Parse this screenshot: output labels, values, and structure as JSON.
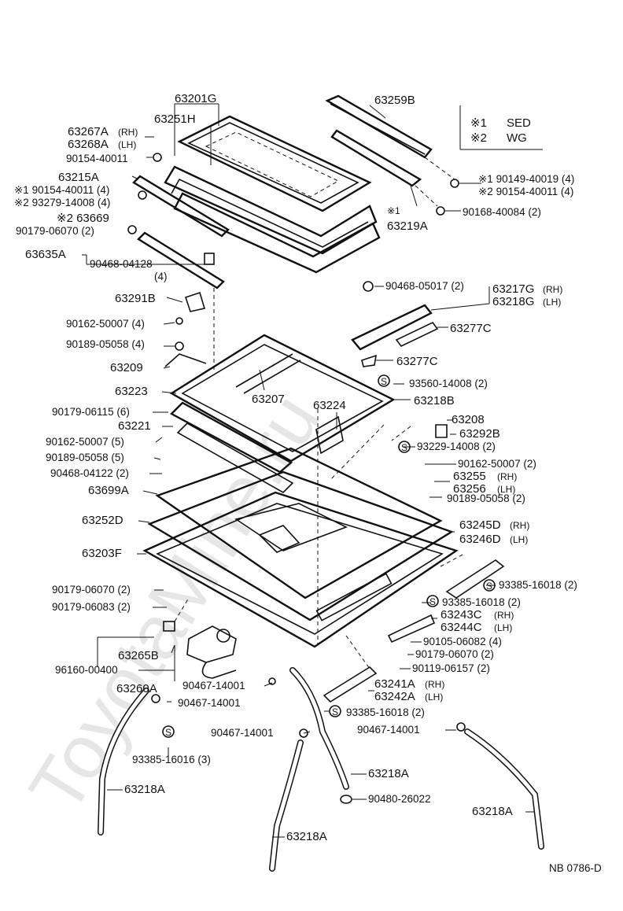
{
  "watermark": "ToyotaMine.ru",
  "legend": [
    {
      "mark": "※1",
      "label": "SED"
    },
    {
      "mark": "※2",
      "label": "WG"
    }
  ],
  "drawing_code": "NB 0786-D",
  "labels": {
    "l63201G": "63201G",
    "l63251H": "63251H",
    "l63267A": "63267A",
    "l63267A_rh": "(RH)",
    "l63268A": "63268A",
    "l63268A_lh": "(LH)",
    "l90154_40011a": "90154-40011",
    "l63215A": "63215A",
    "l90154_40011b": "※1 90154-40011 (4)",
    "l93279_14008": "※2 93279-14008 (4)",
    "l63669": "※2 63669",
    "l90179_06070a": "90179-06070 (2)",
    "l63635A": "63635A",
    "l90468_04128": "90468-04128",
    "l90468_04128_qty": "(4)",
    "l63259B": "63259B",
    "l90149_40019": "※1  90149-40019 (4)",
    "l90154_40011c": "※2  90154-40011 (4)",
    "l90168_40084": "90168-40084 (2)",
    "l63219A_mark": "※1",
    "l63219A": "63219A",
    "l90468_05017": "90468-05017 (2)",
    "l63217G": "63217G",
    "l63217G_rh": "(RH)",
    "l63218G": "63218G",
    "l63218G_lh": "(LH)",
    "l63291B": "63291B",
    "l63277C_a": "63277C",
    "l90162_50007a": "90162-50007 (4)",
    "l90189_05058a": "90189-05058 (4)",
    "l63209": "63209",
    "l63277C_b": "63277C",
    "l93560_14008": "93560-14008 (2)",
    "l63223": "63223",
    "l63207": "63207",
    "l63218B": "63218B",
    "l90179_06115": "90179-06115 (6)",
    "l63224": "63224",
    "l63208": "63208",
    "l63221": "63221",
    "l63292B": "63292B",
    "l90162_50007b": "90162-50007 (5)",
    "l93229_14008": "93229-14008 (2)",
    "l90189_05058b": "90189-05058 (5)",
    "l90162_50007c": "90162-50007 (2)",
    "l90468_04122": "90468-04122 (2)",
    "l63255": "63255",
    "l63255_rh": "(RH)",
    "l63256": "63256",
    "l63256_lh": "(LH)",
    "l63699A": "63699A",
    "l90189_05058c": "90189-05058 (2)",
    "l63252D": "63252D",
    "l63245D": "63245D",
    "l63245D_rh": "(RH)",
    "l63246D": "63246D",
    "l63246D_lh": "(LH)",
    "l63203F": "63203F",
    "l93385_16018a": "93385-16018 (2)",
    "l90179_06070b": "90179-06070 (2)",
    "l93385_16018b": "93385-16018 (2)",
    "l90179_06083": "90179-06083 (2)",
    "l63243C": "63243C",
    "l63243C_rh": "(RH)",
    "l63244C": "63244C",
    "l63244C_lh": "(LH)",
    "l90105_06082": "90105-06082 (4)",
    "l63265B": "63265B",
    "l90179_06070c": "90179-06070 (2)",
    "l96160_00400": "96160-00400",
    "l90119_06157": "90119-06157 (2)",
    "l90467_14001a": "90467-14001",
    "l63241A": "63241A",
    "l63241A_rh": "(RH)",
    "l63242A": "63242A",
    "l63242A_lh": "(LH)",
    "l63260A": "63260A",
    "l90467_14001b": "90467-14001",
    "l93385_16018c": "93385-16018 (2)",
    "l90467_14001c": "90467-14001",
    "l90467_14001d": "90467-14001",
    "l93385_16016": "93385-16016 (3)",
    "l63218A_a": "63218A",
    "l63218A_b": "63218A",
    "l90480_26022": "90480-26022",
    "l63218A_c": "63218A",
    "l63218A_d": "63218A",
    "s_mark": "S"
  }
}
